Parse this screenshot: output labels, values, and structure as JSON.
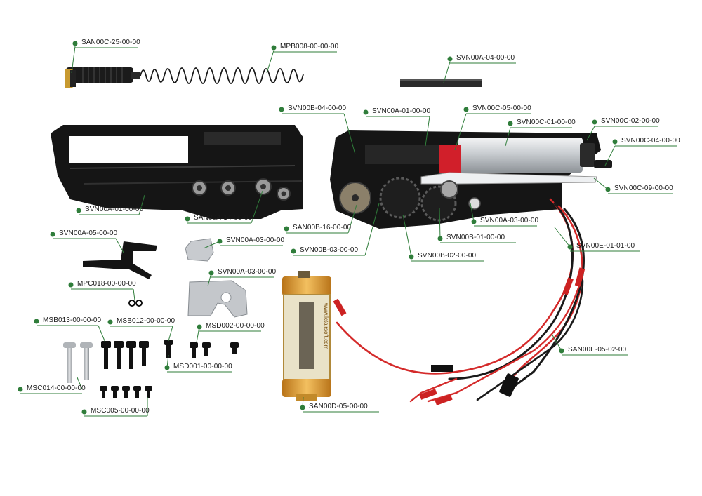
{
  "labels": {
    "san00c_25": "SAN00C-25-00-00",
    "mpb008": "MPB008-00-00-00",
    "svn00a_04": "SVN00A-04-00-00",
    "svn00b_04": "SVN00B-04-00-00",
    "svn00a_01_top": "SVN00A-01-00-00",
    "svn00c_05": "SVN00C-05-00-00",
    "svn00c_01": "SVN00C-01-00-00",
    "svn00c_02": "SVN00C-02-00-00",
    "svn00c_04": "SVN00C-04-00-00",
    "svn00c_09": "SVN00C-09-00-00",
    "svn00a_01_left": "SVN00A-01-00-00",
    "svn00a_14": "SAN00A-14-00-00",
    "san00b_16": "SAN00B-16-00-00",
    "svn00a_03_right": "SVN00A-03-00-00",
    "svn00b_01": "SVN00B-01-00-00",
    "svn00e_01": "SVN00E-01-01-00",
    "svn00a_05": "SVN00A-05-00-00",
    "svn00a_03_plate1": "SVN00A-03-00-00",
    "svn00b_03": "SVN00B-03-00-00",
    "svn00b_02": "SVN00B-02-00-00",
    "svn00a_03_plate2": "SVN00A-03-00-00",
    "mpc018": "MPC018-00-00-00",
    "msb013": "MSB013-00-00-00",
    "msb012": "MSB012-00-00-00",
    "msd002": "MSD002-00-00-00",
    "san00e_05": "SAN00E-05-02-00",
    "msd001": "MSD001-00-00-00",
    "msc014": "MSC014-00-00-00",
    "san00d_05": "SAN00D-05-00-00",
    "msc005": "MSC005-00-00-00"
  },
  "motor_text": "www.lctairsoft.com",
  "colors": {
    "accent": "#2f7d3a",
    "gearbox_black": "#141414",
    "wire_red": "#d42a2a",
    "motor_gold": "#e0a030",
    "cylinder_silver": "#cfd3d6"
  }
}
